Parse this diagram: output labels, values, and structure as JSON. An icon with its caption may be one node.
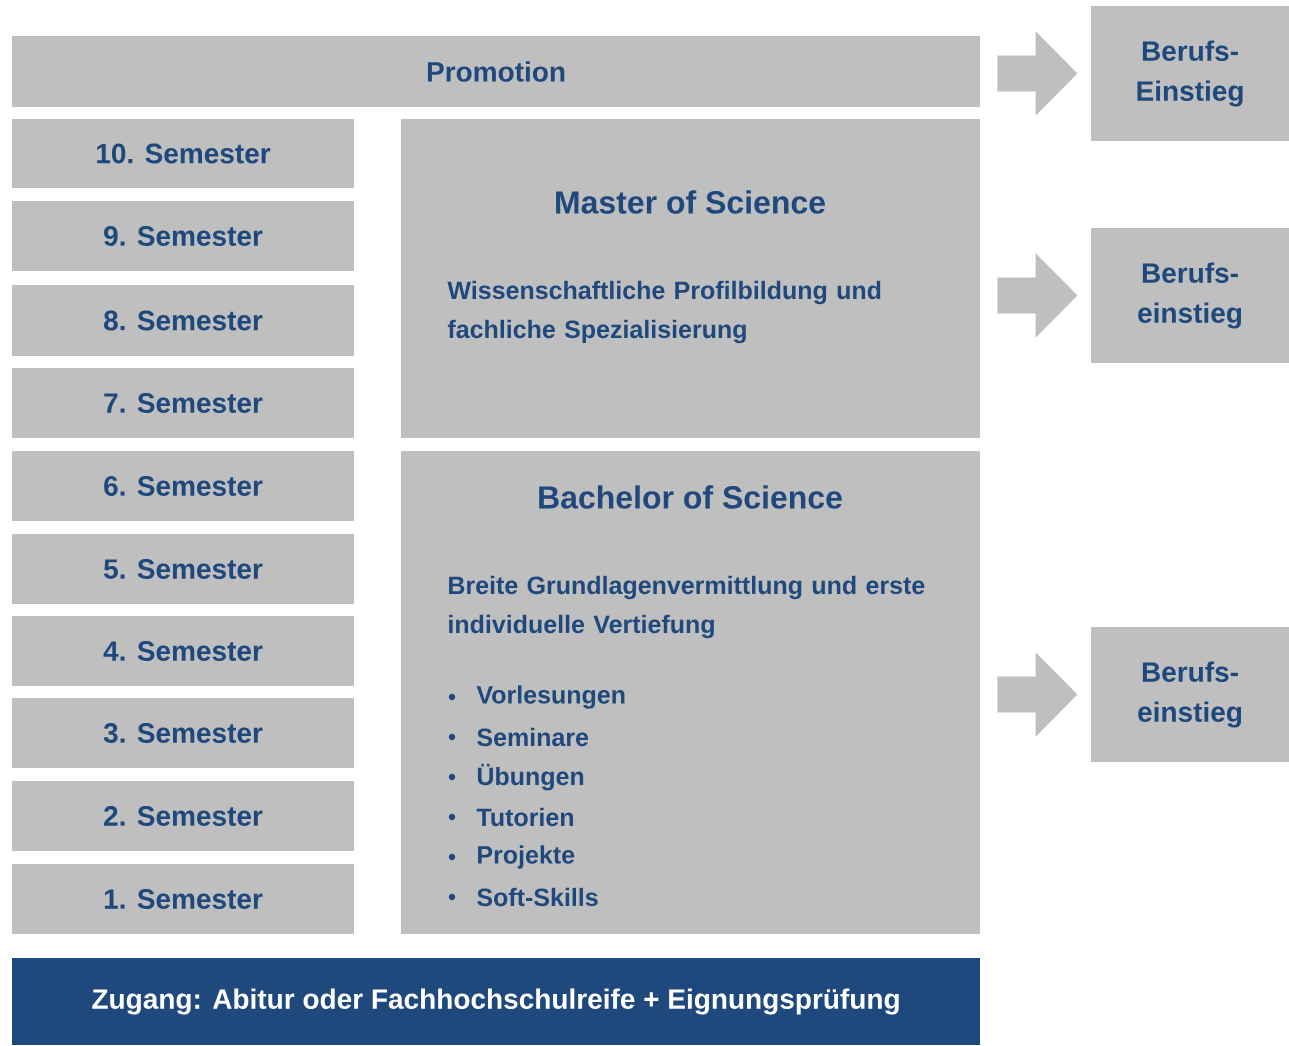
{
  "diagram": {
    "nodes": [
      {
        "text": [
          "Promotion"
        ]
      },
      {
        "text": [
          "10. Semester"
        ]
      },
      {
        "text": [
          "9. Semester"
        ]
      },
      {
        "text": [
          "8. Semester"
        ]
      },
      {
        "text": [
          "7. Semester"
        ]
      },
      {
        "text": [
          "6. Semester"
        ]
      },
      {
        "text": [
          "5. Semester"
        ]
      },
      {
        "text": [
          "4. Semester"
        ]
      },
      {
        "text": [
          "3. Semester"
        ]
      },
      {
        "text": [
          "2. Semester"
        ]
      },
      {
        "text": [
          "1. Semester"
        ]
      },
      {
        "text": [
          "Master of Science",
          "Wissenschaftliche Profilbildung und fachliche Spezialisierung"
        ]
      },
      {
        "text": [
          "Bachelor of Science",
          "Breite Grundlagenvermittlung und erste individuelle Vertiefung",
          "Vorlesungen",
          "Seminare",
          "Übungen",
          "Tutorien",
          "Projekte",
          "Soft-Skills"
        ]
      },
      {
        "text": [
          "Zugang: Abitur oder Fachhochschulreife + Eignungsprüfung"
        ]
      },
      {
        "text": [
          "Berufs- Einstieg"
        ]
      },
      {
        "text": [
          "Berufs- einstieg"
        ]
      },
      {
        "text": [
          "Berufs- einstieg"
        ]
      }
    ],
    "edges": [
      {
        "from": 0,
        "to": 14,
        "arrow": "to"
      },
      {
        "from": 11,
        "to": 15,
        "arrow": "to"
      },
      {
        "from": 12,
        "to": 16,
        "arrow": "to"
      }
    ]
  }
}
